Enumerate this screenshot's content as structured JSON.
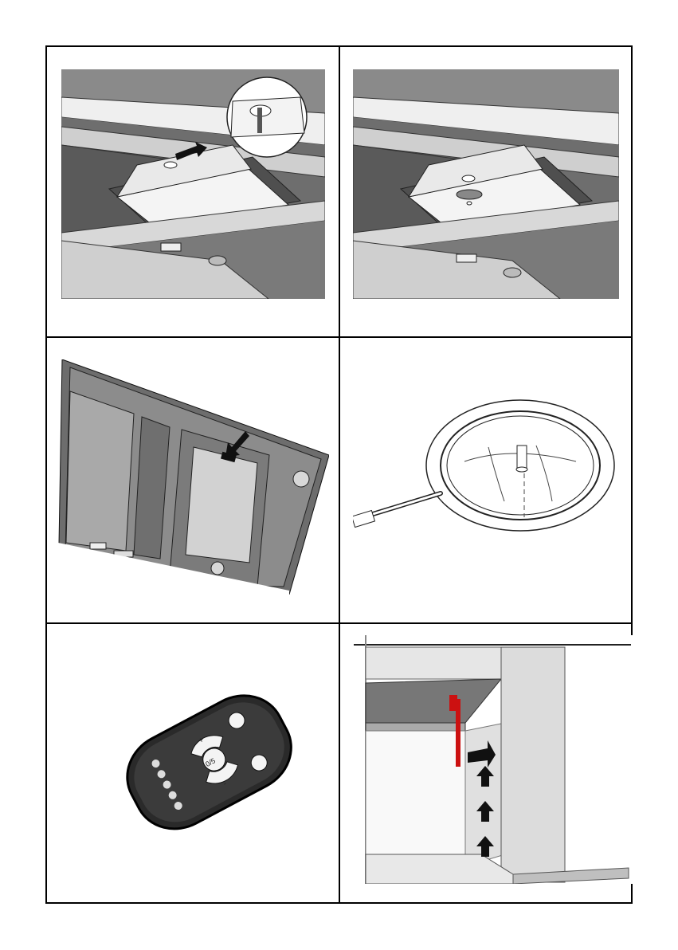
{
  "page": {
    "panels": [
      {
        "id": "p1",
        "icon": "filter-seat-detail-illustration"
      },
      {
        "id": "p2",
        "icon": "filter-plate-removed-illustration"
      },
      {
        "id": "p3",
        "icon": "hood-underside-switch-illustration"
      },
      {
        "id": "p4",
        "icon": "round-lamp-cover-illustration"
      },
      {
        "id": "p5",
        "icon": "remote-control-illustration"
      },
      {
        "id": "p6",
        "icon": "side-panel-sliding-illustration"
      }
    ],
    "remote": {
      "labels": [
        "+",
        "0/5",
        "-"
      ]
    }
  },
  "colors": {
    "line": "#000000",
    "grey_bg": "#8a8a8a",
    "panel_dark": "#5a5a5a",
    "light": "#f2f2f2",
    "red": "#cc1111"
  }
}
